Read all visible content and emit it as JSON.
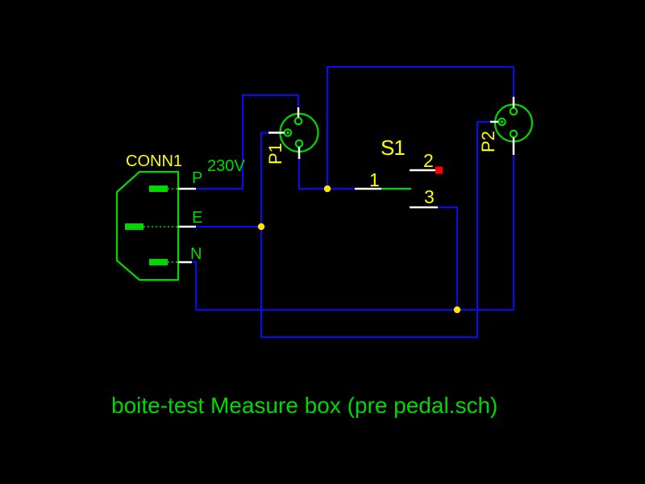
{
  "colors": {
    "background": "#000000",
    "wire": "#0808ff",
    "component": "#00d900",
    "label": "#ffff00",
    "pin": "#ffffff",
    "junction": "#ffe600",
    "unconnected": "#ff0000"
  },
  "components": {
    "conn1": {
      "reference": "CONN1",
      "value": "230V",
      "pin_names": [
        "P",
        "E",
        "N"
      ]
    },
    "p1": {
      "reference": "P1"
    },
    "p2": {
      "reference": "P2"
    },
    "s1": {
      "reference": "S1",
      "pin_numbers": [
        "1",
        "2",
        "3"
      ]
    }
  },
  "title": {
    "text": "boite-test Measure box (pre pedal.sch)"
  }
}
